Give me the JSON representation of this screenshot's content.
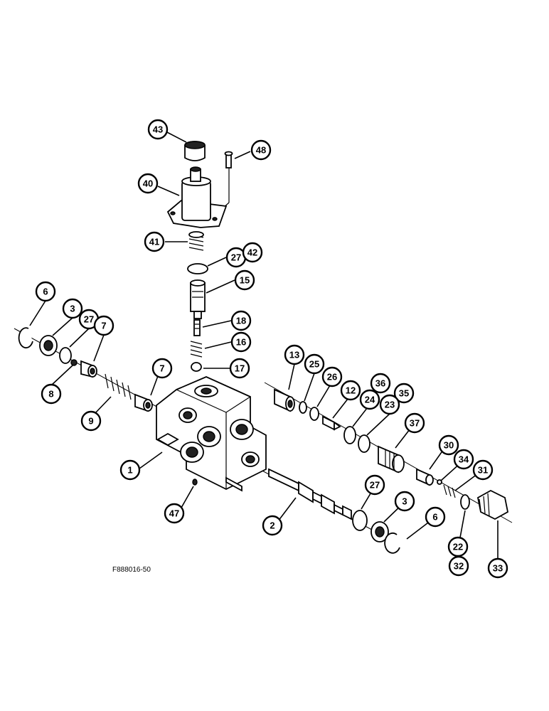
{
  "drawing_code": "F888016-50",
  "callouts": [
    {
      "id": "c43",
      "label": "43"
    },
    {
      "id": "c48",
      "label": "48"
    },
    {
      "id": "c40",
      "label": "40"
    },
    {
      "id": "c41",
      "label": "41"
    },
    {
      "id": "c27a",
      "label": "27"
    },
    {
      "id": "c42",
      "label": "42"
    },
    {
      "id": "c15",
      "label": "15"
    },
    {
      "id": "c18",
      "label": "18"
    },
    {
      "id": "c16",
      "label": "16"
    },
    {
      "id": "c17",
      "label": "17"
    },
    {
      "id": "c6a",
      "label": "6"
    },
    {
      "id": "c3a",
      "label": "3"
    },
    {
      "id": "c27b",
      "label": "27"
    },
    {
      "id": "c7a",
      "label": "7"
    },
    {
      "id": "c8",
      "label": "8"
    },
    {
      "id": "c9",
      "label": "9"
    },
    {
      "id": "c7b",
      "label": "7"
    },
    {
      "id": "c13",
      "label": "13"
    },
    {
      "id": "c25",
      "label": "25"
    },
    {
      "id": "c26",
      "label": "26"
    },
    {
      "id": "c12",
      "label": "12"
    },
    {
      "id": "c36",
      "label": "36"
    },
    {
      "id": "c24",
      "label": "24"
    },
    {
      "id": "c35",
      "label": "35"
    },
    {
      "id": "c23",
      "label": "23"
    },
    {
      "id": "c37",
      "label": "37"
    },
    {
      "id": "c30",
      "label": "30"
    },
    {
      "id": "c34",
      "label": "34"
    },
    {
      "id": "c31",
      "label": "31"
    },
    {
      "id": "c1",
      "label": "1"
    },
    {
      "id": "c47",
      "label": "47"
    },
    {
      "id": "c2",
      "label": "2"
    },
    {
      "id": "c27c",
      "label": "27"
    },
    {
      "id": "c3b",
      "label": "3"
    },
    {
      "id": "c6b",
      "label": "6"
    },
    {
      "id": "c22",
      "label": "22"
    },
    {
      "id": "c32",
      "label": "32"
    },
    {
      "id": "c33",
      "label": "33"
    }
  ]
}
